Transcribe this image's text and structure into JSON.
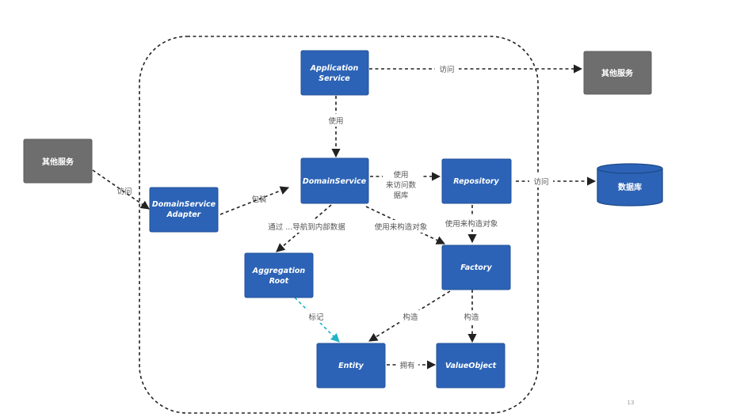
{
  "nodes": {
    "application_service": [
      "Application",
      "Service"
    ],
    "domain_service": [
      "DomainService"
    ],
    "repository": [
      "Repository"
    ],
    "domain_service_adapter": [
      "DomainService",
      "Adapter"
    ],
    "aggregation_root": [
      "Aggregation",
      "Root"
    ],
    "factory": [
      "Factory"
    ],
    "entity": [
      "Entity"
    ],
    "value_object": [
      "ValueObject"
    ]
  },
  "external": {
    "other_service_left": "其他服务",
    "other_service_right": "其他服务",
    "database": "数据库"
  },
  "edges": {
    "app_to_ext": [
      "访问"
    ],
    "app_to_domain": [
      "使用"
    ],
    "ext_to_adapter": [
      "访问"
    ],
    "adapter_to_domain": [
      "包装"
    ],
    "domain_to_repo": [
      "使用",
      "来访问数",
      "据库"
    ],
    "repo_to_db": [
      "访问"
    ],
    "domain_to_agg": [
      "通过 ...导航到内部数据"
    ],
    "domain_to_factory": [
      "使用来构造对象"
    ],
    "repo_to_factory": [
      "使用来构造对象"
    ],
    "agg_to_entity": [
      "标记"
    ],
    "factory_to_entity": [
      "构造"
    ],
    "factory_to_vo": [
      "构造"
    ],
    "entity_to_vo": [
      "拥有"
    ]
  },
  "colors": {
    "node": "#2c63b6",
    "external": "#6e6e6e",
    "mark_edge": "#1fb3c6",
    "line": "#222222"
  },
  "page_number": "13"
}
